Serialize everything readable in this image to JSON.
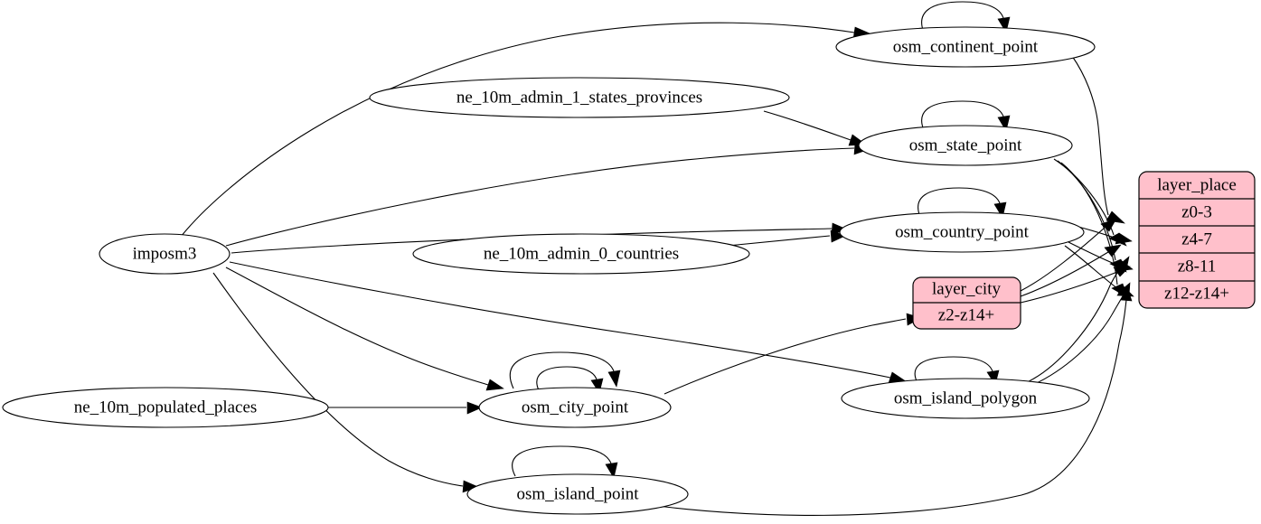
{
  "diagram": {
    "type": "graphviz-directed-graph",
    "background_color": "#ffffff",
    "edge_color": "#000000",
    "source_node_fill": "#ffffff",
    "layer_node_fill": "#ffc0cb",
    "layer_node_stroke": "#000000"
  },
  "nodes": {
    "imposm3": {
      "label": "imposm3",
      "shape": "ellipse"
    },
    "ne_states": {
      "label": "ne_10m_admin_1_states_provinces",
      "shape": "ellipse"
    },
    "ne_countries": {
      "label": "ne_10m_admin_0_countries",
      "shape": "ellipse"
    },
    "ne_populated": {
      "label": "ne_10m_populated_places",
      "shape": "ellipse"
    },
    "osm_continent_point": {
      "label": "osm_continent_point",
      "shape": "ellipse"
    },
    "osm_state_point": {
      "label": "osm_state_point",
      "shape": "ellipse"
    },
    "osm_country_point": {
      "label": "osm_country_point",
      "shape": "ellipse"
    },
    "osm_city_point": {
      "label": "osm_city_point",
      "shape": "ellipse"
    },
    "osm_island_point": {
      "label": "osm_island_point",
      "shape": "ellipse"
    },
    "osm_island_polygon": {
      "label": "osm_island_polygon",
      "shape": "ellipse"
    }
  },
  "layer_city": {
    "title": "layer_city",
    "rows": [
      {
        "label": "z2-z14+"
      }
    ]
  },
  "layer_place": {
    "title": "layer_place",
    "rows": [
      {
        "label": "z0-3"
      },
      {
        "label": "z4-7"
      },
      {
        "label": "z8-11"
      },
      {
        "label": "z12-z14+"
      }
    ]
  },
  "edges": [
    {
      "from": "imposm3",
      "to": "osm_continent_point"
    },
    {
      "from": "imposm3",
      "to": "osm_state_point"
    },
    {
      "from": "imposm3",
      "to": "osm_country_point"
    },
    {
      "from": "imposm3",
      "to": "osm_city_point"
    },
    {
      "from": "imposm3",
      "to": "osm_island_point"
    },
    {
      "from": "imposm3",
      "to": "osm_island_polygon"
    },
    {
      "from": "ne_states",
      "to": "osm_state_point"
    },
    {
      "from": "ne_countries",
      "to": "osm_country_point"
    },
    {
      "from": "ne_populated",
      "to": "osm_city_point"
    },
    {
      "from": "osm_continent_point",
      "to": "osm_continent_point"
    },
    {
      "from": "osm_state_point",
      "to": "osm_state_point"
    },
    {
      "from": "osm_country_point",
      "to": "osm_country_point"
    },
    {
      "from": "osm_city_point",
      "to": "osm_city_point"
    },
    {
      "from": "osm_island_point",
      "to": "osm_island_point"
    },
    {
      "from": "osm_island_polygon",
      "to": "osm_island_polygon"
    },
    {
      "from": "osm_continent_point",
      "to": "layer_place.z0-3"
    },
    {
      "from": "osm_state_point",
      "to": "layer_place.z4-7"
    },
    {
      "from": "osm_state_point",
      "to": "layer_place.z8-11"
    },
    {
      "from": "osm_state_point",
      "to": "layer_place.z12-z14+"
    },
    {
      "from": "osm_country_point",
      "to": "layer_place.z4-7"
    },
    {
      "from": "osm_country_point",
      "to": "layer_place.z8-11"
    },
    {
      "from": "osm_country_point",
      "to": "layer_place.z12-z14+"
    },
    {
      "from": "osm_city_point",
      "to": "layer_city.z2-z14+"
    },
    {
      "from": "osm_island_point",
      "to": "layer_place.z12-z14+"
    },
    {
      "from": "osm_island_polygon",
      "to": "layer_place.z8-11"
    },
    {
      "from": "osm_island_polygon",
      "to": "layer_place.z12-z14+"
    },
    {
      "from": "layer_city",
      "to": "layer_place.z0-3"
    },
    {
      "from": "layer_city",
      "to": "layer_place.z4-7"
    },
    {
      "from": "layer_city",
      "to": "layer_place.z8-11"
    }
  ]
}
